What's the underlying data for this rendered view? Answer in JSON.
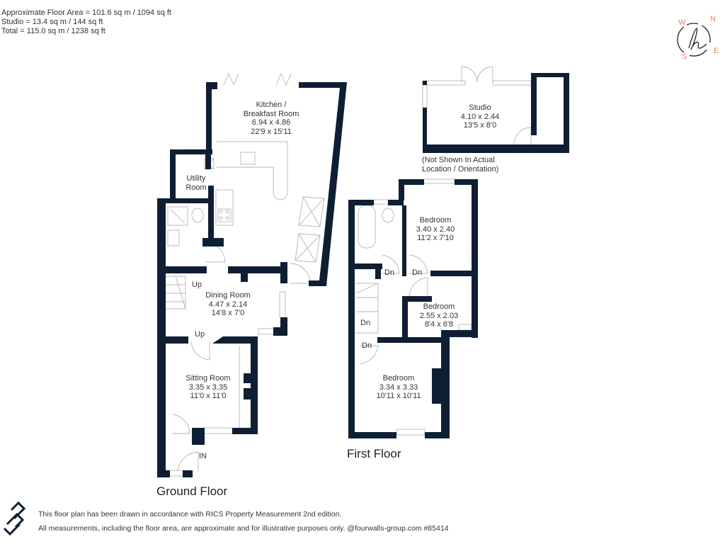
{
  "area_info": {
    "line1": "Approximate Floor Area = 101.6 sq m / 1094 sq ft",
    "line2": "Studio = 13.4 sq m / 144 sq ft",
    "line3": "Total = 115.0 sq m / 1238 sq ft"
  },
  "compass": {
    "n": "N",
    "e": "E",
    "s": "S",
    "w": "W",
    "accent_color": "#e9836f"
  },
  "colors": {
    "wall": "#0f1f33",
    "fixture": "#b5b5b5",
    "text": "#333333"
  },
  "ground_floor": {
    "title": "Ground Floor",
    "rooms": {
      "kitchen": {
        "name": "Kitchen /",
        "name2": "Breakfast Room",
        "metric": "6.94 x 4.86",
        "imperial": "22'9 x 15'11"
      },
      "utility": {
        "name": "Utility",
        "name2": "Room"
      },
      "dining": {
        "name": "Dining Room",
        "metric": "4.47 x 2.14",
        "imperial": "14'8 x 7'0"
      },
      "sitting": {
        "name": "Sitting Room",
        "metric": "3.35 x 3.35",
        "imperial": "11'0 x 11'0"
      }
    },
    "labels": {
      "up1": "Up",
      "up2": "Up",
      "entrance": "IN"
    }
  },
  "studio": {
    "name": "Studio",
    "metric": "4.10 x 2.44",
    "imperial": "13'5 x 8'0",
    "note_line1": "(Not Shown In Actual",
    "note_line2": "Location / Orientation)"
  },
  "first_floor": {
    "title": "First Floor",
    "rooms": {
      "bedroom1": {
        "name": "Bedroom",
        "metric": "3.40 x 2.40",
        "imperial": "11'2 x 7'10"
      },
      "bedroom2": {
        "name": "Bedroom",
        "metric": "2.55 x 2.03",
        "imperial": "8'4 x 6'8"
      },
      "bedroom3": {
        "name": "Bedroom",
        "metric": "3.34 x 3.33",
        "imperial": "10'11 x 10'11"
      }
    },
    "labels": {
      "dn1": "Dn",
      "dn2": "Dn",
      "dn3": "Dn",
      "dn4": "Dn"
    }
  },
  "footer": {
    "line1": "This floor plan has been drawn in accordance with RICS Property Measurement 2nd edition.",
    "line2": "All measurements, including the floor area, are approximate and for illustrative purposes only. @fourwalls-group.com #85414"
  }
}
